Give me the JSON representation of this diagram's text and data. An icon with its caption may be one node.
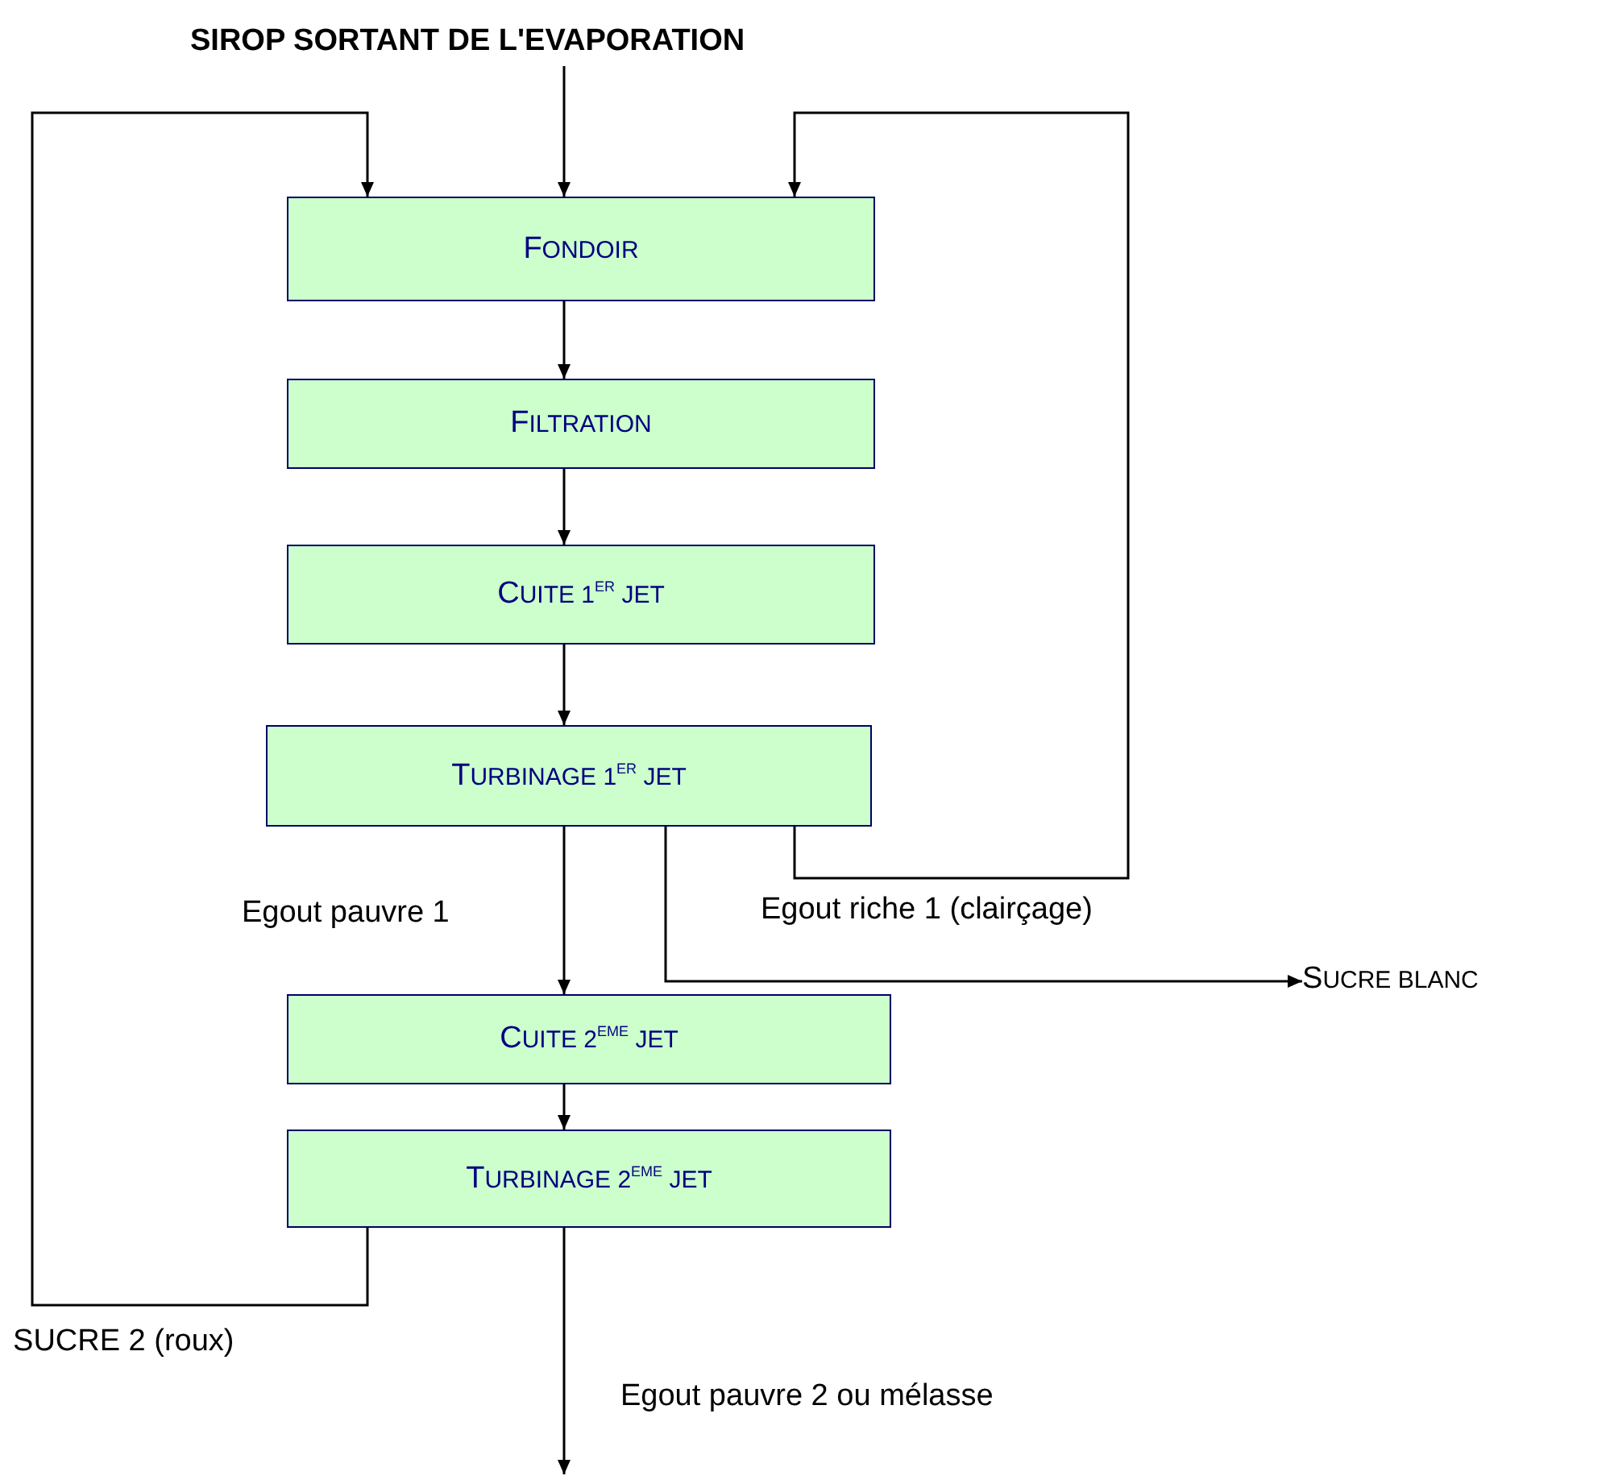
{
  "diagram": {
    "nodes": [
      {
        "text": [
          "FONDOIR"
        ]
      },
      {
        "text": [
          "FILTRATION"
        ]
      },
      {
        "text": [
          "CUITE 1$^{ER}$ JET"
        ]
      },
      {
        "text": [
          "TURBINAGE 1$^{ER}$ JET"
        ]
      },
      {
        "text": [
          "CUITE 2$^{EME}$ JET"
        ]
      },
      {
        "text": [
          "TURBINAGE 2$^{EME}$ JET"
        ]
      },
      {
        "text": [
          "SIROP SORTANT DE L'EVAPORATION"
        ]
      },
      {
        "text": [
          "SUCRE BLANC"
        ]
      }
    ],
    "edges": [
      {
        "from": 6,
        "to": 0,
        "arrow": "to"
      },
      {
        "from": 0,
        "to": 1,
        "arrow": "to"
      },
      {
        "from": 1,
        "to": 2,
        "arrow": "to"
      },
      {
        "from": 2,
        "to": 3,
        "arrow": "to"
      },
      {
        "from": 3,
        "to": 4,
        "arrow": "to",
        "label": "Egout pauvre 1"
      },
      {
        "from": 3,
        "to": 7,
        "arrow": "to"
      },
      {
        "from": 3,
        "to": 0,
        "arrow": "to",
        "label": "Egout riche 1 (clairçage)"
      },
      {
        "from": 4,
        "to": 5,
        "arrow": "to"
      },
      {
        "from": 5,
        "to": 0,
        "arrow": "to",
        "label": "SUCRE 2 (roux)"
      },
      {
        "from": 5,
        "to": null,
        "arrow": "to",
        "label": "Egout pauvre 2 ou mélasse"
      }
    ]
  }
}
